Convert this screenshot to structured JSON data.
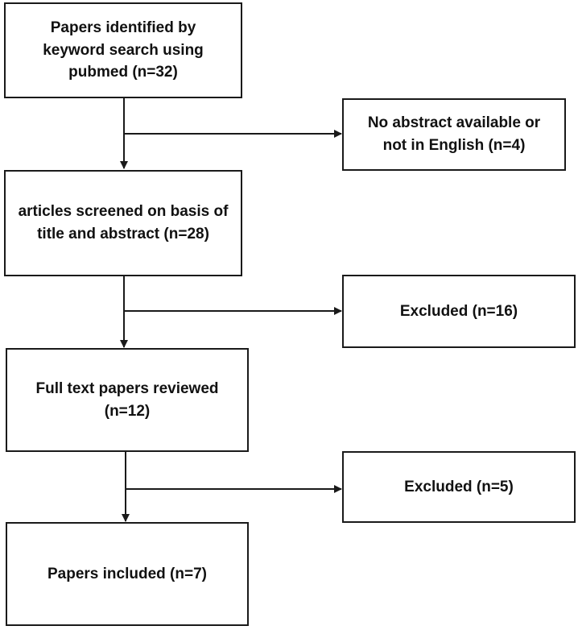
{
  "flowchart": {
    "main_steps": [
      {
        "id": "identified",
        "text": "Papers identified by keyword search using pubmed (n=32)"
      },
      {
        "id": "screened",
        "text": "articles screened on basis of title and abstract (n=28)"
      },
      {
        "id": "fulltext",
        "text": "Full text papers reviewed (n=12)"
      },
      {
        "id": "included",
        "text": "Papers included (n=7)"
      }
    ],
    "exclusions": [
      {
        "id": "no-abstract",
        "text": "No abstract available or not in English (n=4)"
      },
      {
        "id": "excluded-screening",
        "text": "Excluded (n=16)"
      },
      {
        "id": "excluded-fulltext",
        "text": "Excluded (n=5)"
      }
    ]
  },
  "colors": {
    "line": "#1a1a1a",
    "box_border": "#1a1a1a",
    "text": "#111111",
    "background": "#ffffff"
  }
}
